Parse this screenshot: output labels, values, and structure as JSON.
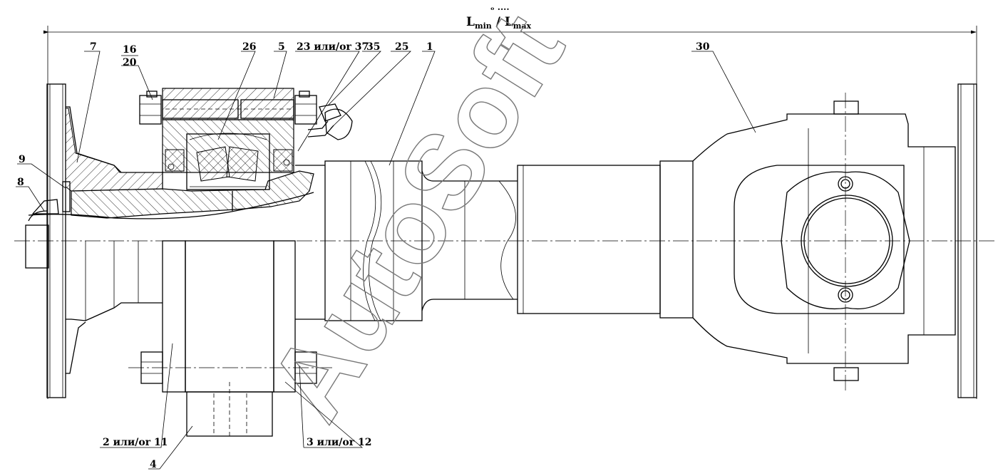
{
  "dimension": {
    "l_main": "L",
    "sub_min": "min",
    "slash": " / ",
    "sub_max": "max",
    "tiny_mark": "ₒ ...."
  },
  "callouts": {
    "c7": "7",
    "c16": "16",
    "c20": "20",
    "c26": "26",
    "c5": "5",
    "c23": "23 или/or 37",
    "c35": "35",
    "c25": "25",
    "c1": "1",
    "c30": "30",
    "c9": "9",
    "c8": "8",
    "c2": "2 или/or 11",
    "c4": "4",
    "c3": "3 или/or 12"
  },
  "watermark": "AutoSoft"
}
